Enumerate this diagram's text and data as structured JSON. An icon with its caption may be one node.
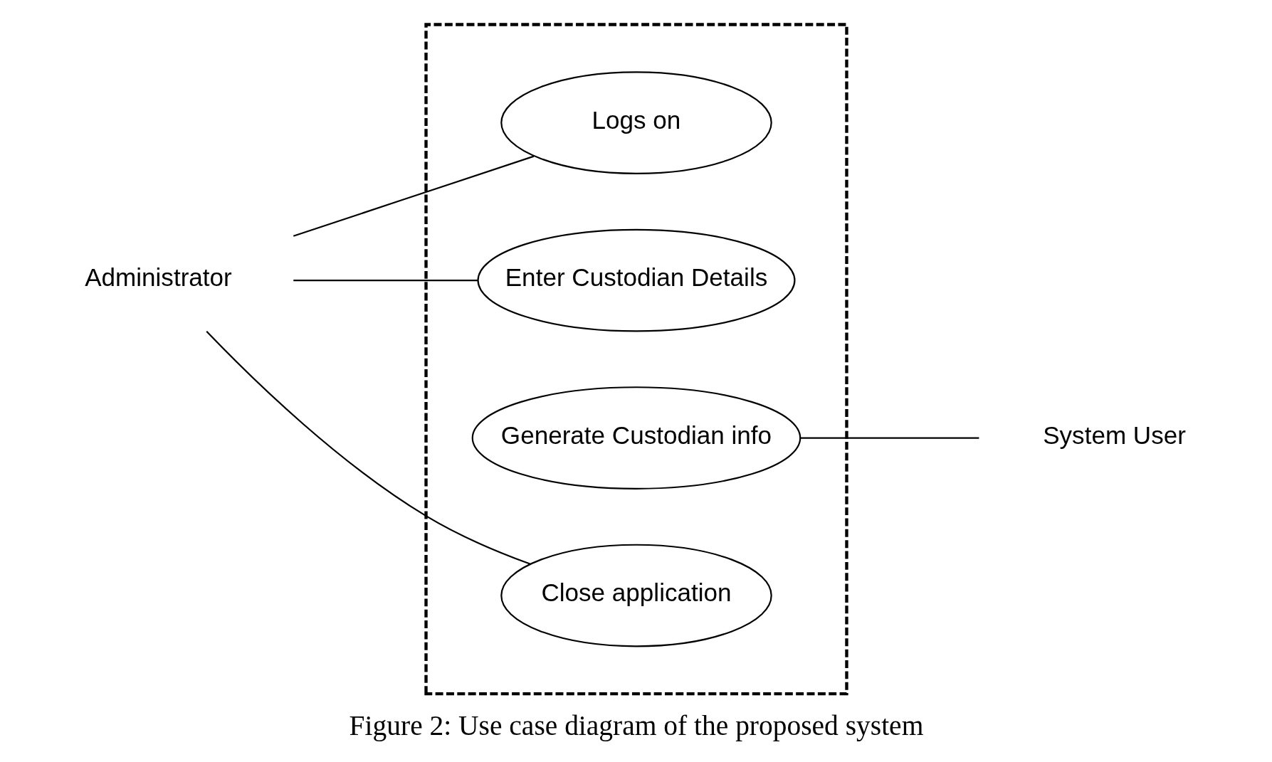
{
  "diagram": {
    "caption": "Figure 2: Use case diagram of the proposed system",
    "nodes": [
      {
        "text": [],
        "shape": "box"
      },
      {
        "text": [
          "Administrator"
        ]
      },
      {
        "text": [
          "Logs on"
        ],
        "in": 0
      },
      {
        "text": [
          "Enter Custodian Details"
        ],
        "in": 0
      },
      {
        "text": [
          "Generate Custodian info"
        ],
        "in": 0
      },
      {
        "text": [
          "Close application"
        ],
        "in": 0
      },
      {
        "text": [
          "System User"
        ]
      }
    ],
    "edges": [
      {
        "from": 1,
        "to": 2,
        "arrow": "none"
      },
      {
        "from": 1,
        "to": 3,
        "arrow": "none"
      },
      {
        "from": 6,
        "to": 4,
        "arrow": "none"
      },
      {
        "from": 1,
        "to": 5,
        "arrow": "none"
      }
    ]
  }
}
